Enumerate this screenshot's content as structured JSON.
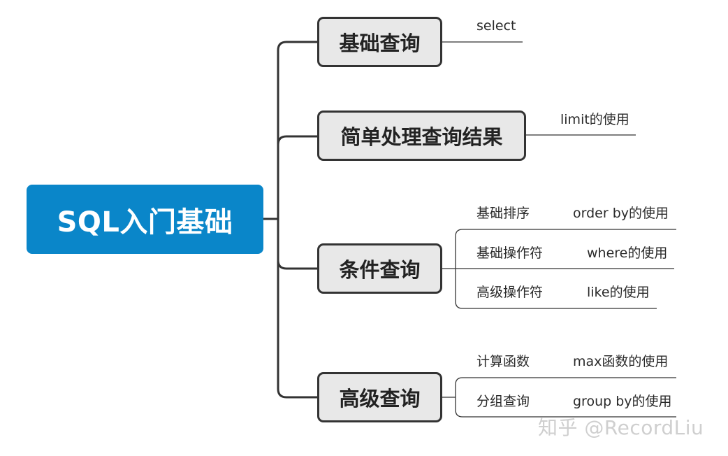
{
  "root": {
    "label": "SQL入门基础",
    "color": "#0a86c9"
  },
  "branches": [
    {
      "label": "基础查询"
    },
    {
      "label": "简单处理查询结果"
    },
    {
      "label": "条件查询"
    },
    {
      "label": "高级查询"
    }
  ],
  "leaves": {
    "basic_select": "select",
    "limit_use": "limit的使用",
    "condition": {
      "sort_basic": "基础排序",
      "order_by": "order by的使用",
      "operators_basic": "基础操作符",
      "where_use": "where的使用",
      "operators_advanced": "高级操作符",
      "like_use": "like的使用"
    },
    "advanced": {
      "calc_functions": "计算函数",
      "max_use": "max函数的使用",
      "group_query": "分组查询",
      "group_by": "group by的使用"
    }
  },
  "watermark": "知乎 @RecordLiu"
}
